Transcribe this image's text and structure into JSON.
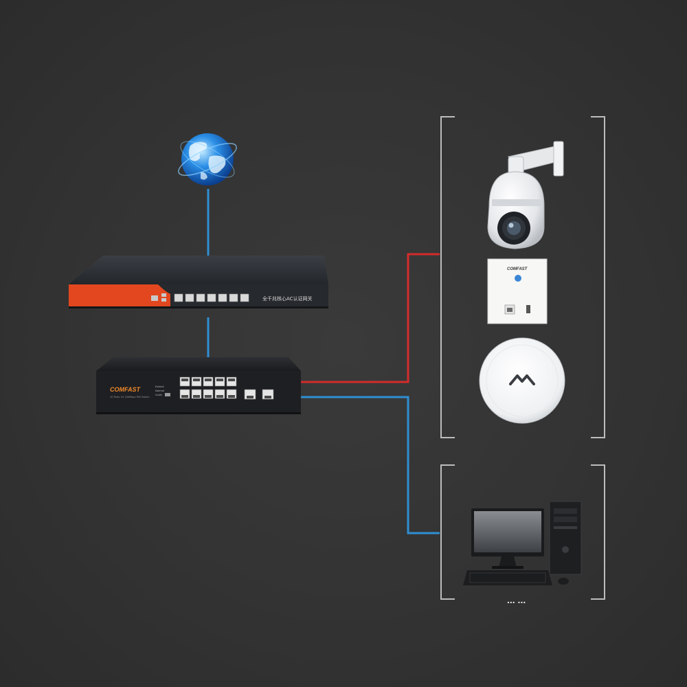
{
  "gateway": {
    "label_cn": "全千兆核心AC认证网关"
  },
  "switch": {
    "brand": "COMFAST",
    "subtitle": "10 Ports 1G 100Mbps PoE Switch",
    "mode_labels": [
      "Extend",
      "Normal",
      "VLAN"
    ]
  },
  "wall_ap": {
    "brand": "COMFAST"
  },
  "more_devices": {
    "ellipsis": "... ..."
  },
  "colors": {
    "background": "#333333",
    "link_blue": "#2f8fd3",
    "link_red": "#d42b2b",
    "gateway_accent": "#e2471f",
    "bracket": "#bdbdbd"
  },
  "icons": [
    "globe-icon",
    "gateway-device",
    "poe-switch-device",
    "ptz-camera-icon",
    "wall-ap-icon",
    "ceiling-ap-icon",
    "desktop-computer-icon"
  ]
}
